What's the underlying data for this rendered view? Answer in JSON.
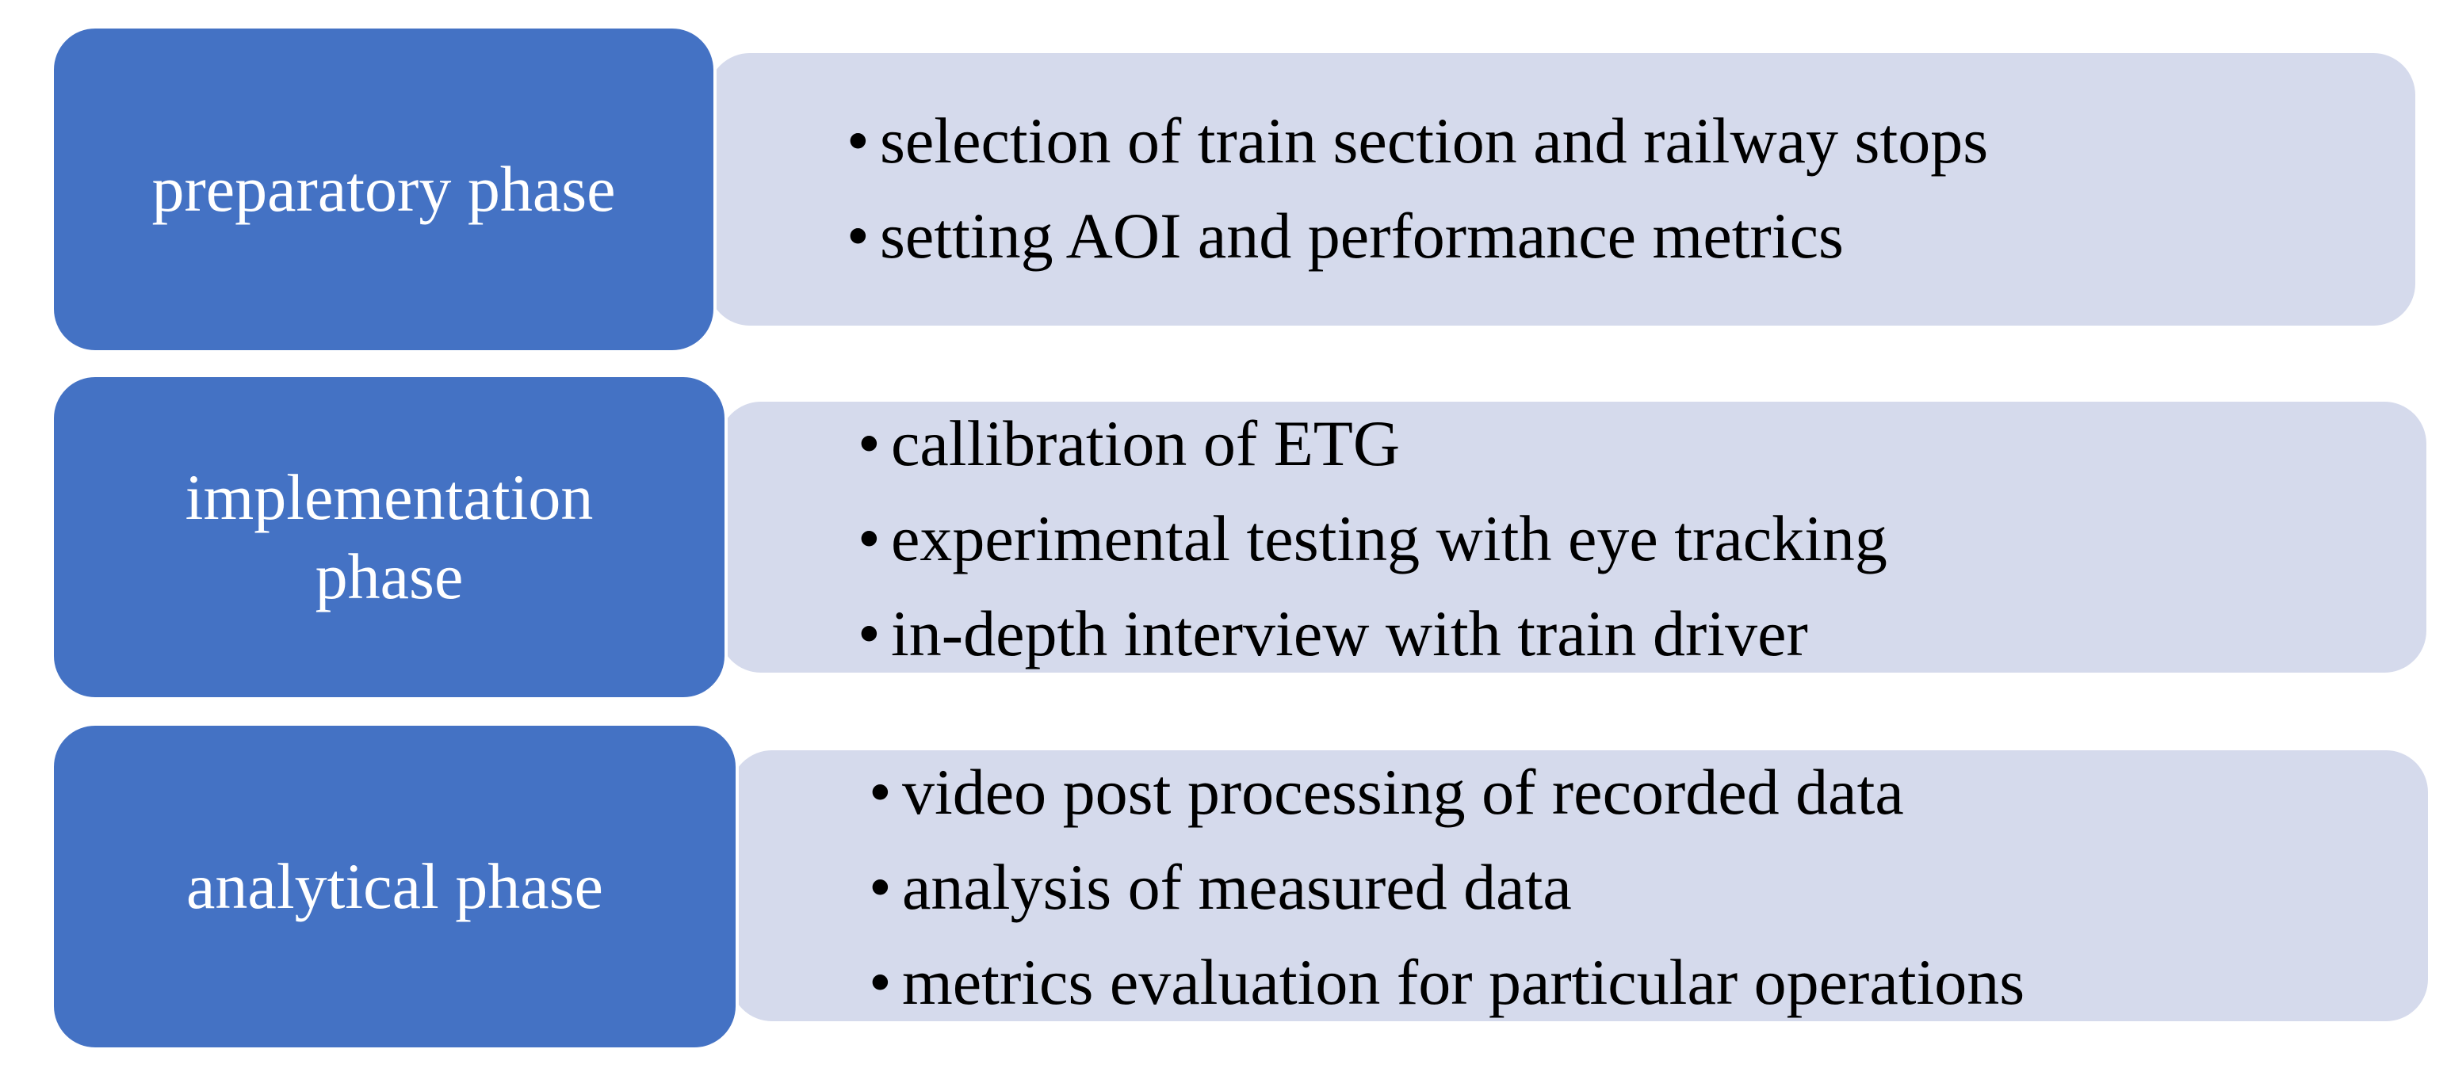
{
  "phases": [
    {
      "label": "preparatory phase",
      "items": [
        "selection of train section and railway stops",
        "setting AOI and performance metrics"
      ]
    },
    {
      "label": "implementation phase",
      "items": [
        "callibration of ETG",
        "experimental testing with eye tracking",
        "in-depth interview with train driver"
      ]
    },
    {
      "label": "analytical phase",
      "items": [
        "video post processing of recorded data",
        "analysis of measured data",
        "metrics evaluation for particular operations"
      ]
    }
  ],
  "bullet": "•",
  "colors": {
    "label_fill": "#4472c4",
    "detail_fill": "#d5daec",
    "label_text": "#ffffff",
    "detail_text": "#000000"
  }
}
